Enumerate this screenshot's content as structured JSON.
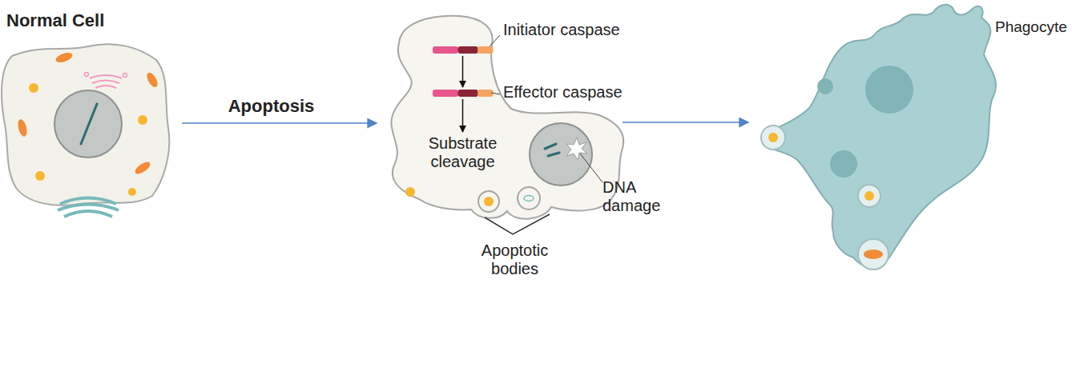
{
  "diagram": {
    "nodes": [
      {
        "text": [
          "Normal Cell"
        ]
      },
      {
        "text": [
          "Apoptotic bodies"
        ]
      },
      {
        "text": [
          "Initiator caspase"
        ],
        "in": 1
      },
      {
        "text": [
          "Effector caspase"
        ],
        "in": 1
      },
      {
        "text": [
          "Substrate cleavage"
        ],
        "in": 1
      },
      {
        "text": [
          "DNA damage"
        ],
        "in": 1
      },
      {
        "text": [
          "Phagocyte"
        ]
      }
    ],
    "edges": [
      {
        "from": 0,
        "to": 1,
        "label": "Apoptosis",
        "arrow": "to"
      },
      {
        "from": 2,
        "to": 3,
        "arrow": "to"
      },
      {
        "from": 3,
        "to": 4,
        "arrow": "to"
      },
      {
        "from": 1,
        "to": 6,
        "arrow": "to"
      }
    ]
  }
}
